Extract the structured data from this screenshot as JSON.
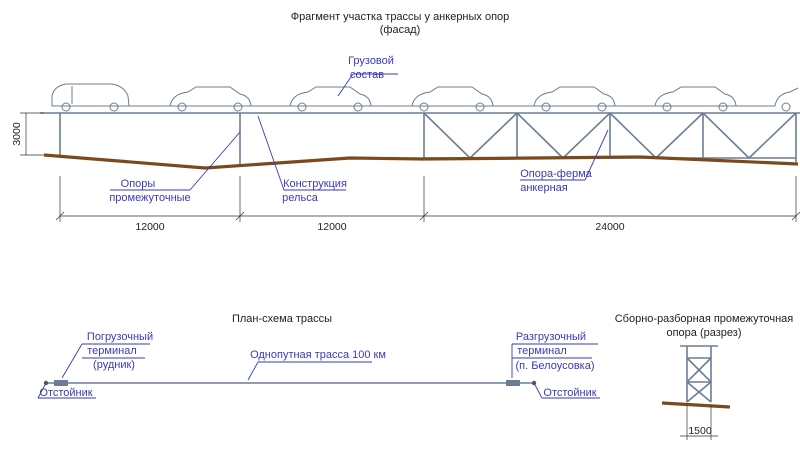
{
  "facade": {
    "title_line1": "Фрагмент участка трассы у анкерных опор",
    "title_line2": "(фасад)",
    "height_label": "3000",
    "labels": {
      "cargo_line1": "Грузовой",
      "cargo_line2": "состав",
      "supports_line1": "Опоры",
      "supports_line2": "промежуточные",
      "rail_line1": "Конструкция",
      "rail_line2": "рельса",
      "truss_line1": "Опора-ферма",
      "truss_line2": "анкерная"
    },
    "dimensions": [
      "12000",
      "12000",
      "24000"
    ]
  },
  "plan": {
    "title": "План-схема трассы",
    "loading_line1": "Погрузочный",
    "loading_line2": "терминал",
    "loading_line3": "(рудник)",
    "unloading_line1": "Разгрузочный",
    "unloading_line2": "терминал",
    "unloading_line3": "(п. Белоусовка)",
    "route": "Однопутная трасса 100 км",
    "settler_left": "Отстойник",
    "settler_right": "Отстойник"
  },
  "section": {
    "title_line1": "Сборно-разборная промежуточная",
    "title_line2": "опора (разрез)",
    "width_label": "1500"
  },
  "colors": {
    "structure": "#6b7d96",
    "ground": "#7a4a1e",
    "leader_text": "#3a3ab8"
  }
}
